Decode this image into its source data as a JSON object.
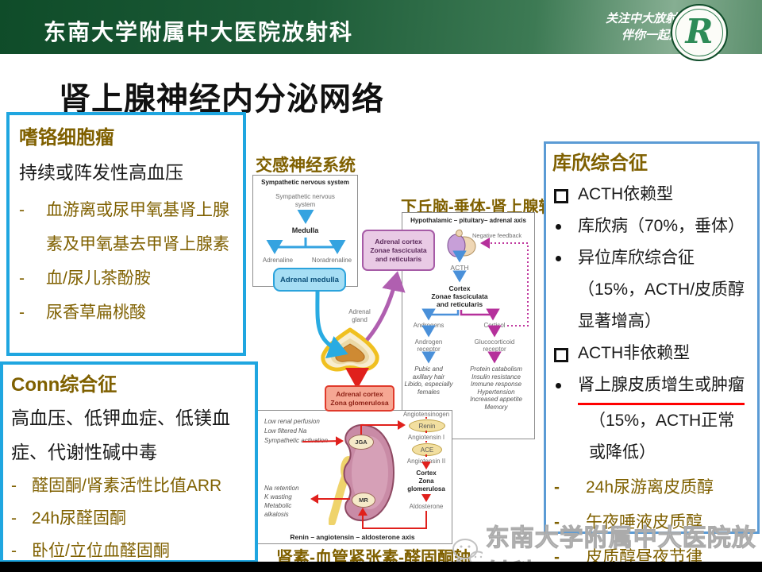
{
  "banner": {
    "title": "东南大学附属中大医院放射科",
    "slogan_line1": "关注中大放射",
    "slogan_line2": "伴你一起成长",
    "logo_letter": "R"
  },
  "slide_title": "肾上腺神经内分泌网络",
  "pheo": {
    "title": "嗜铬细胞瘤",
    "subtitle": "持续或阵发性高血压",
    "bullets": [
      "血游离或尿甲氧基肾上腺素及甲氧基去甲肾上腺素",
      "血/尿儿茶酚胺",
      "尿香草扁桃酸"
    ]
  },
  "conn": {
    "title": "Conn综合征",
    "subtitle": "高血压、低钾血症、低镁血症、代谢性碱中毒",
    "bullets": [
      "醛固酮/肾素活性比值ARR",
      "24h尿醛固酮",
      "卧位/立位血醛固酮"
    ]
  },
  "cushing": {
    "title": "库欣综合征",
    "items": [
      {
        "text": "ACTH依赖型"
      },
      {
        "text": "库欣病（70%，垂体）"
      },
      {
        "text": "异位库欣综合征（15%，ACTH/皮质醇显著增高）"
      },
      {
        "text": "ACTH非依赖型"
      },
      {
        "text": "肾上腺皮质增生或肿瘤"
      },
      {
        "text": "（15%，ACTH正常或降低）"
      },
      {
        "text": "24h尿游离皮质醇"
      },
      {
        "text": "午夜唾液皮质醇"
      },
      {
        "text": "皮质醇昼夜节律"
      }
    ]
  },
  "diagram": {
    "sns": {
      "label": "交感神经系统",
      "box_title": "Sympathetic nervous system",
      "source": "Sympathetic nervous\nsystem",
      "medulla": "Medulla",
      "left_out": "Adrenaline",
      "right_out": "Noradrenaline"
    },
    "adrenal_medulla": "Adrenal medulla",
    "cortex_zf": "Adrenal cortex\nZonae fasciculata\nand reticularis",
    "adrenal_gland": "Adrenal\ngland",
    "zona_glomerulosa": "Adrenal cortex\nZona glomerulosa",
    "hpa": {
      "label": "下丘脑-垂体-肾上腺轴",
      "box_title": "Hypothalamic – pituitary– adrenal axis",
      "negative_feedback": "Negative feedback",
      "acth": "ACTH",
      "cortex": "Cortex\nZonae fasciculata\nand reticularis",
      "androgens": "Androgens",
      "cortisol": "Cortisol",
      "androgen_receptor": "Androgen\nreceptor",
      "glucocorticoid_receptor": "Glucocorticoid\nreceptor",
      "androgen_effects": "Pubic and\naxillary hair\nLibido, especially\nfemales",
      "cortisol_effects": "Protein catabolism\nInsulin resistance\nImmune response\nHypertension\nIncreased appetite\nMemory"
    },
    "raas": {
      "label": "肾素-血管紧张素-醛固酮轴",
      "caption": "Renin – angiotensin – aldosterone axis",
      "stimuli": "Low renal perfusion\nLow filtered Na\nSympathetic activation",
      "effects": "Na retention\nK wasting\nMetabolic\nalkalosis",
      "angiotensinogen": "Angiotensinogen",
      "renin": "Renin",
      "angiotensin_i": "Angiotensin I",
      "ace": "ACE",
      "angiotensin_ii": "Angiotensin II",
      "cortex_zg": "Cortex\nZona\nglomerulosa",
      "aldosterone": "Aldosterone",
      "jga": "JGA",
      "mr": "MR"
    }
  },
  "watermark": "东南大学附属中大医院放射科",
  "colors": {
    "accent_gold": "#7F6000",
    "cyan_border": "#1FA6E0",
    "blue_border": "#5B9BD5",
    "banner_green": "#14522E",
    "highlight_red": "#FF0000"
  }
}
